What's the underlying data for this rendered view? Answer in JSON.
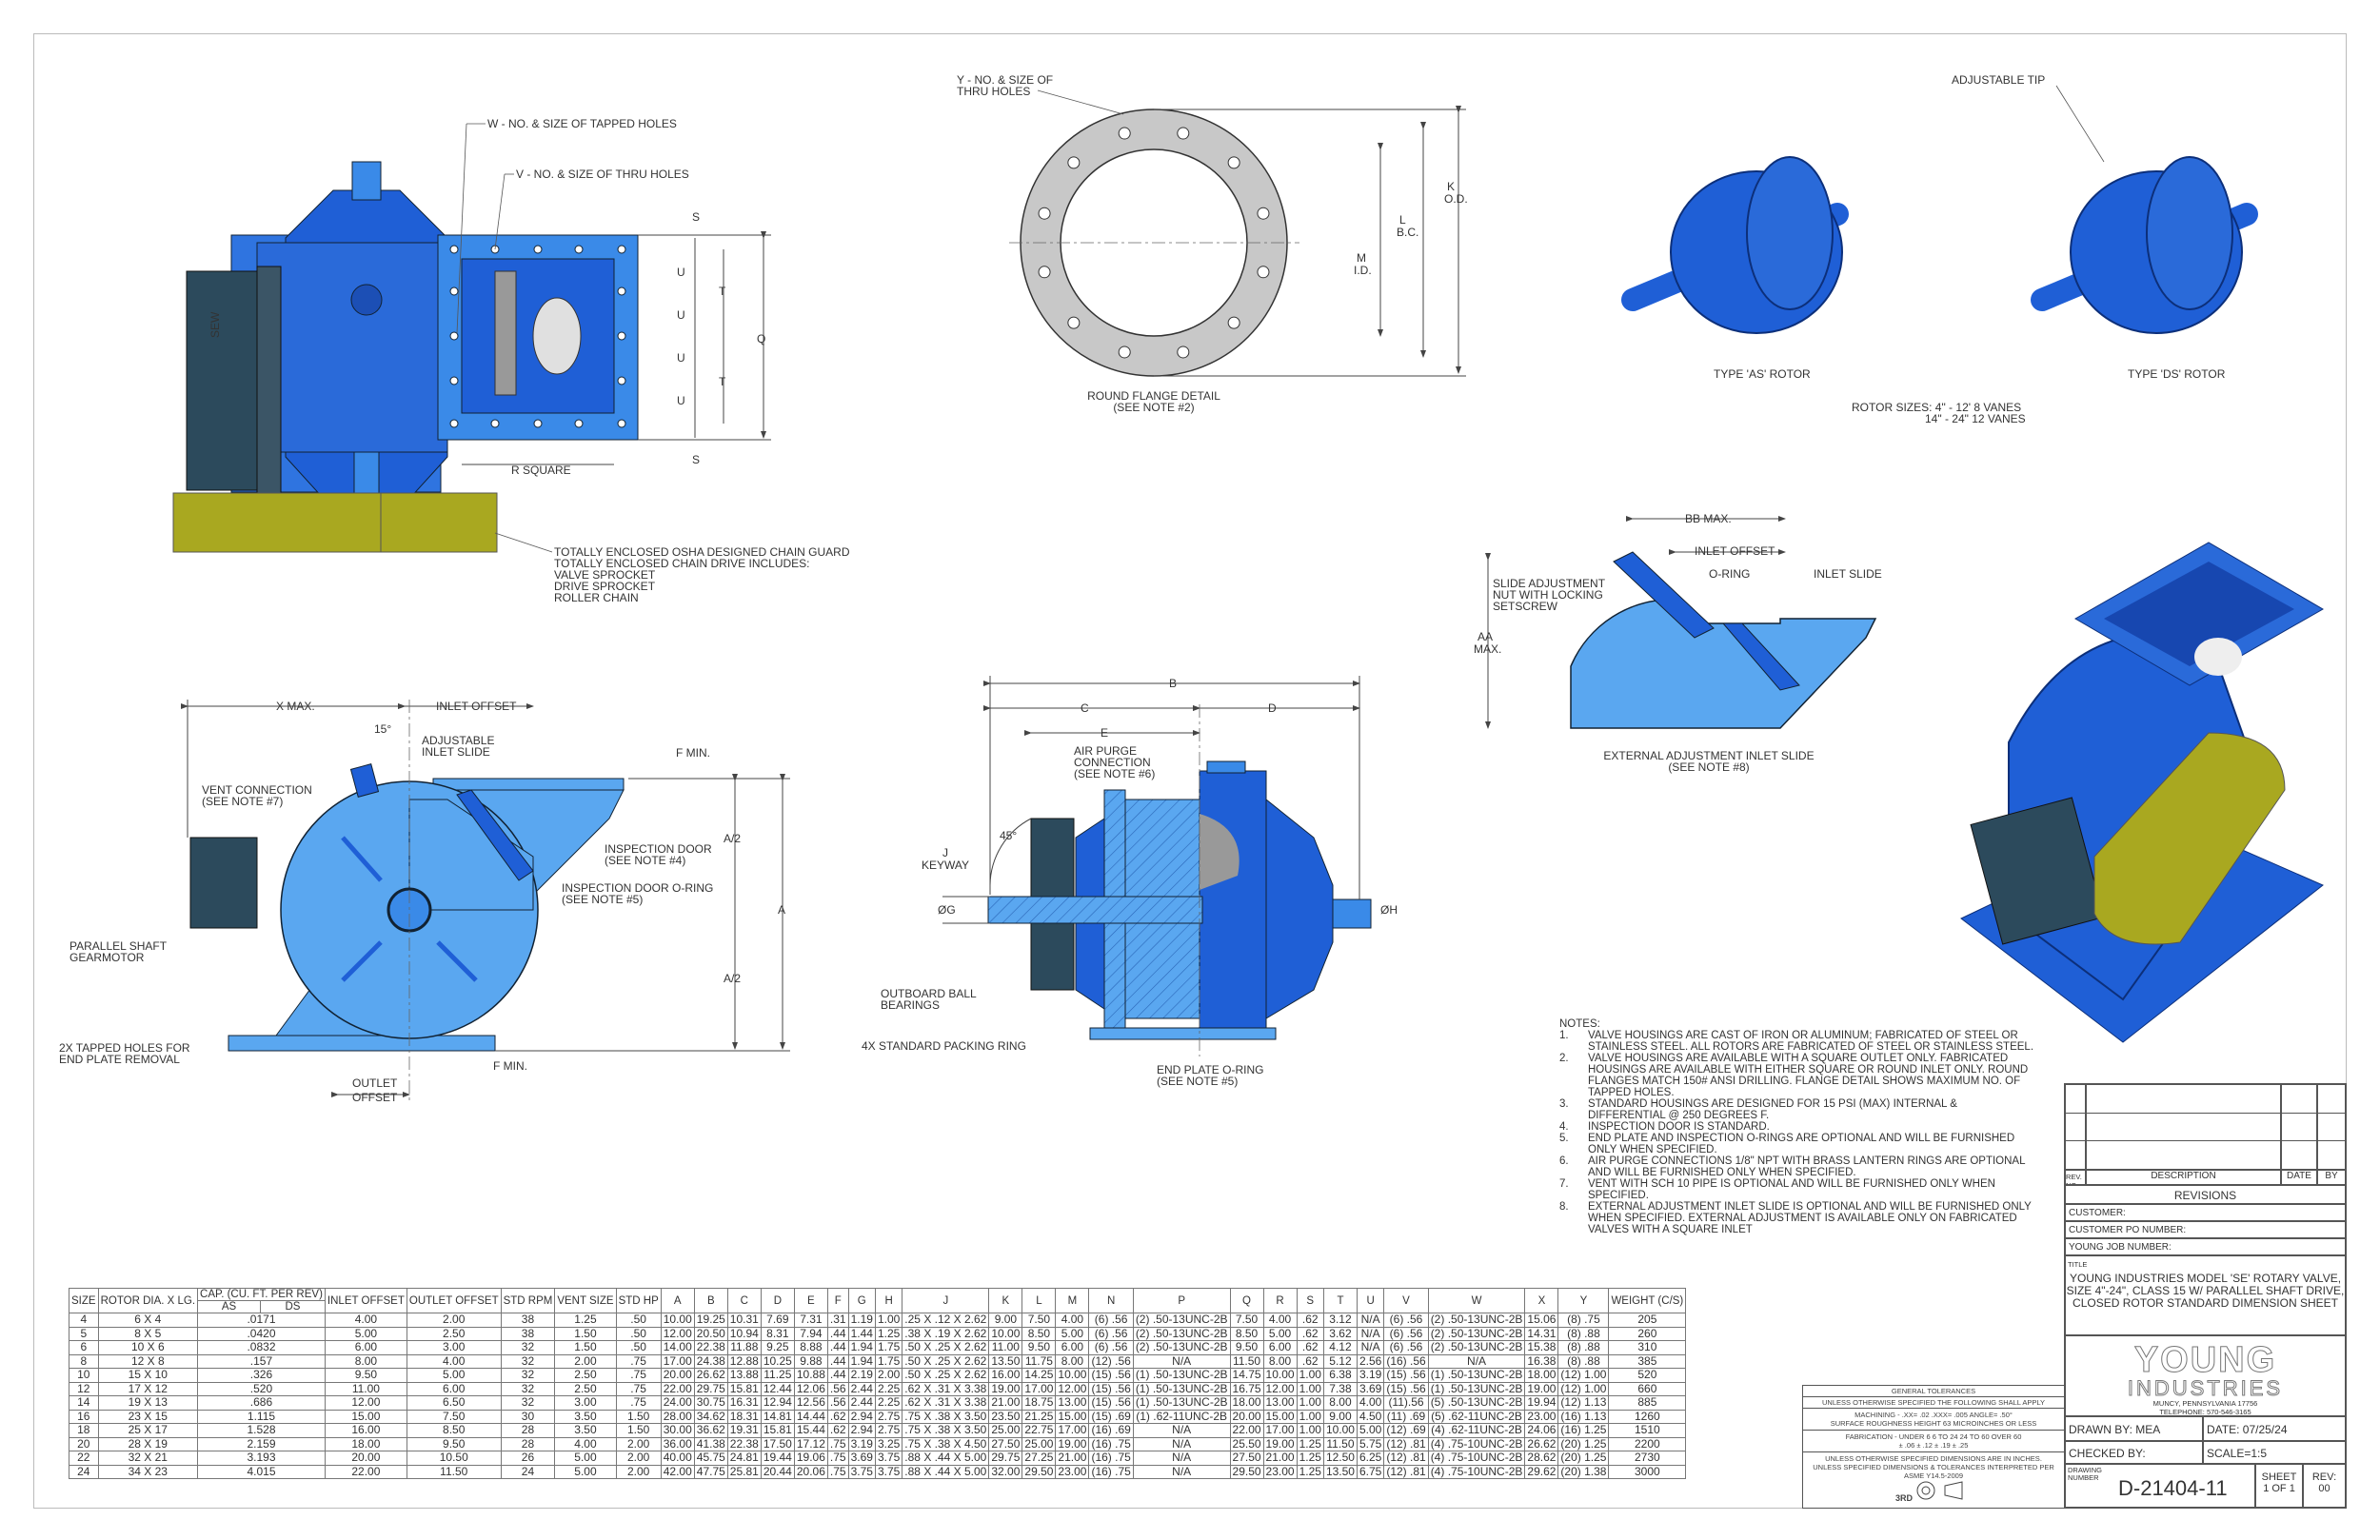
{
  "views": {
    "top": {
      "tapped_holes": "W - NO. & SIZE OF TAPPED HOLES",
      "thru_holes": "V - NO. & SIZE OF THRU HOLES",
      "s": "S",
      "u": "U",
      "t": "T",
      "q": "Q",
      "r_square": "R SQUARE",
      "chain_guard": [
        "TOTALLY ENCLOSED OSHA DESIGNED CHAIN GUARD",
        "TOTALLY ENCLOSED CHAIN DRIVE INCLUDES:",
        "VALVE SPROCKET",
        "DRIVE SPROCKET",
        "ROLLER CHAIN"
      ],
      "motor_brand": "SEW"
    },
    "flange": {
      "thru_holes": [
        "Y - NO. & SIZE OF",
        "THRU HOLES"
      ],
      "title": [
        "ROUND FLANGE DETAIL",
        "(SEE NOTE #2)"
      ],
      "m": [
        "M",
        "I.D."
      ],
      "l": [
        "L",
        "B.C."
      ],
      "k": [
        "K",
        "O.D."
      ]
    },
    "rotors": {
      "adjustable_tip": "ADJUSTABLE TIP",
      "as_label": "TYPE 'AS' ROTOR",
      "ds_label": "TYPE 'DS' ROTOR",
      "sizes": [
        "ROTOR SIZES: 4\" - 12'    8 VANES",
        "14\" - 24\"  12 VANES"
      ]
    },
    "ext_slide": {
      "bb": "BB MAX.",
      "inlet_offset": "INLET OFFSET",
      "oring": "O-RING",
      "inlet_slide": "INLET SLIDE",
      "nut": [
        "SLIDE ADJUSTMENT",
        "NUT WITH LOCKING",
        "SETSCREW"
      ],
      "aa": [
        "AA",
        "MAX."
      ],
      "title": [
        "EXTERNAL ADJUSTMENT INLET SLIDE",
        "(SEE NOTE #8)"
      ]
    },
    "side": {
      "x_max": "X MAX.",
      "inlet_offset": "INLET OFFSET",
      "angle": "15°",
      "adj_slide": [
        "ADJUSTABLE",
        "INLET SLIDE"
      ],
      "vent": [
        "VENT CONNECTION",
        "(SEE NOTE #7)"
      ],
      "f_min": "F MIN.",
      "insp_door": [
        "INSPECTION DOOR",
        "(SEE NOTE #4)"
      ],
      "insp_oring": [
        "INSPECTION DOOR O-RING",
        "(SEE NOTE #5)"
      ],
      "gearmotor": [
        "PARALLEL SHAFT",
        "GEARMOTOR"
      ],
      "tapped": [
        "2X TAPPED HOLES FOR",
        "END PLATE REMOVAL"
      ],
      "outlet_offset": [
        "OUTLET",
        "OFFSET"
      ],
      "a_half": "A/2",
      "a": "A"
    },
    "section": {
      "b": "B",
      "c": "C",
      "d": "D",
      "e": "E",
      "air_purge": [
        "AIR PURGE",
        "CONNECTION",
        "(SEE NOTE #6)"
      ],
      "angle": "45°",
      "keyway": [
        "J",
        "KEYWAY"
      ],
      "g": "ØG",
      "h": "ØH",
      "bearings": [
        "OUTBOARD BALL",
        "BEARINGS"
      ],
      "packing": "4X STANDARD PACKING RING",
      "end_oring": [
        "END PLATE O-RING",
        "(SEE NOTE #5)"
      ]
    }
  },
  "notes": {
    "heading": "NOTES:",
    "items": [
      {
        "num": "1.",
        "text": "VALVE HOUSINGS ARE CAST OF IRON OR ALUMINUM; FABRICATED OF STEEL OR STAINLESS STEEL. ALL ROTORS ARE FABRICATED OF STEEL OR STAINLESS STEEL."
      },
      {
        "num": "2.",
        "text": "VALVE HOUSINGS ARE AVAILABLE WITH A SQUARE OUTLET ONLY. FABRICATED HOUSINGS ARE AVAILABLE WITH EITHER SQUARE OR ROUND INLET ONLY. ROUND FLANGES MATCH 150# ANSI DRILLING. FLANGE DETAIL SHOWS MAXIMUM NO. OF TAPPED HOLES."
      },
      {
        "num": "3.",
        "text": "STANDARD HOUSINGS ARE DESIGNED FOR 15 PSI (MAX) INTERNAL & DIFFERENTIAL @ 250 DEGREES F."
      },
      {
        "num": "4.",
        "text": "INSPECTION DOOR IS STANDARD."
      },
      {
        "num": "5.",
        "text": "END PLATE AND INSPECTION O-RINGS ARE OPTIONAL AND WILL BE FURNISHED ONLY WHEN SPECIFIED."
      },
      {
        "num": "6.",
        "text": "AIR PURGE CONNECTIONS 1/8\" NPT WITH BRASS LANTERN RINGS ARE OPTIONAL AND WILL BE FURNISHED ONLY WHEN SPECIFIED."
      },
      {
        "num": "7.",
        "text": "VENT WITH SCH 10 PIPE IS OPTIONAL AND WILL BE FURNISHED ONLY WHEN SPECIFIED."
      },
      {
        "num": "8.",
        "text": "EXTERNAL ADJUSTMENT INLET SLIDE IS OPTIONAL AND WILL BE FURNISHED ONLY WHEN SPECIFIED. EXTERNAL ADJUSTMENT IS AVAILABLE ONLY ON FABRICATED VALVES WITH A SQUARE INLET"
      }
    ]
  },
  "table": {
    "header": {
      "size": "SIZE",
      "rotor": "ROTOR DIA. X LG.",
      "cap": "CAP. (CU. FT. PER REV)",
      "as": "AS",
      "ds": "DS",
      "cols": [
        "INLET OFFSET",
        "OUTLET OFFSET",
        "STD RPM",
        "VENT SIZE",
        "STD HP",
        "A",
        "B",
        "C",
        "D",
        "E",
        "F",
        "G",
        "H",
        "J",
        "K",
        "L",
        "M",
        "N",
        "P",
        "Q",
        "R",
        "S",
        "T",
        "U",
        "V",
        "W",
        "X",
        "Y",
        "WEIGHT (C/S)"
      ]
    },
    "rows": [
      [
        "4",
        "6 X 4",
        ".0171",
        "4.00",
        "2.00",
        "38",
        "1.25",
        ".50",
        "10.00",
        "19.25",
        "10.31",
        "7.69",
        "7.31",
        ".31",
        "1.19",
        "1.00",
        ".25 X .12 X 2.62",
        "9.00",
        "7.50",
        "4.00",
        "(6) .56",
        "(2) .50-13UNC-2B",
        "7.50",
        "4.00",
        ".62",
        "3.12",
        "N/A",
        "(6) .56",
        "(2) .50-13UNC-2B",
        "15.06",
        "(8) .75",
        "205"
      ],
      [
        "5",
        "8 X 5",
        ".0420",
        "5.00",
        "2.50",
        "38",
        "1.50",
        ".50",
        "12.00",
        "20.50",
        "10.94",
        "8.31",
        "7.94",
        ".44",
        "1.44",
        "1.25",
        ".38 X .19 X 2.62",
        "10.00",
        "8.50",
        "5.00",
        "(6) .56",
        "(2) .50-13UNC-2B",
        "8.50",
        "5.00",
        ".62",
        "3.62",
        "N/A",
        "(6) .56",
        "(2) .50-13UNC-2B",
        "14.31",
        "(8) .88",
        "260"
      ],
      [
        "6",
        "10 X 6",
        ".0832",
        "6.00",
        "3.00",
        "32",
        "1.50",
        ".50",
        "14.00",
        "22.38",
        "11.88",
        "9.25",
        "8.88",
        ".44",
        "1.94",
        "1.75",
        ".50 X .25 X 2.62",
        "11.00",
        "9.50",
        "6.00",
        "(6) .56",
        "(2) .50-13UNC-2B",
        "9.50",
        "6.00",
        ".62",
        "4.12",
        "N/A",
        "(6) .56",
        "(2) .50-13UNC-2B",
        "15.38",
        "(8) .88",
        "310"
      ],
      [
        "8",
        "12 X 8",
        ".157",
        "8.00",
        "4.00",
        "32",
        "2.00",
        ".75",
        "17.00",
        "24.38",
        "12.88",
        "10.25",
        "9.88",
        ".44",
        "1.94",
        "1.75",
        ".50 X .25 X 2.62",
        "13.50",
        "11.75",
        "8.00",
        "(12) .56",
        "N/A",
        "11.50",
        "8.00",
        ".62",
        "5.12",
        "2.56",
        "(16) .56",
        "N/A",
        "16.38",
        "(8) .88",
        "385"
      ],
      [
        "10",
        "15 X 10",
        ".326",
        "9.50",
        "5.00",
        "32",
        "2.50",
        ".75",
        "20.00",
        "26.62",
        "13.88",
        "11.25",
        "10.88",
        ".44",
        "2.19",
        "2.00",
        ".50 X .25 X 2.62",
        "16.00",
        "14.25",
        "10.00",
        "(15) .56",
        "(1) .50-13UNC-2B",
        "14.75",
        "10.00",
        "1.00",
        "6.38",
        "3.19",
        "(15) .56",
        "(1) .50-13UNC-2B",
        "18.00",
        "(12) 1.00",
        "520"
      ],
      [
        "12",
        "17 X 12",
        ".520",
        "11.00",
        "6.00",
        "32",
        "2.50",
        ".75",
        "22.00",
        "29.75",
        "15.81",
        "12.44",
        "12.06",
        ".56",
        "2.44",
        "2.25",
        ".62 X .31 X 3.38",
        "19.00",
        "17.00",
        "12.00",
        "(15) .56",
        "(1) .50-13UNC-2B",
        "16.75",
        "12.00",
        "1.00",
        "7.38",
        "3.69",
        "(15) .56",
        "(1) .50-13UNC-2B",
        "19.00",
        "(12) 1.00",
        "660"
      ],
      [
        "14",
        "19 X 13",
        ".686",
        "12.00",
        "6.50",
        "32",
        "3.00",
        ".75",
        "24.00",
        "30.75",
        "16.31",
        "12.94",
        "12.56",
        ".56",
        "2.44",
        "2.25",
        ".62 X .31 X 3.38",
        "21.00",
        "18.75",
        "13.00",
        "(15) .56",
        "(1) .50-13UNC-2B",
        "18.00",
        "13.00",
        "1.00",
        "8.00",
        "4.00",
        "(11).56",
        "(5) .50-13UNC-2B",
        "19.94",
        "(12) 1.13",
        "885"
      ],
      [
        "16",
        "23 X 15",
        "1.115",
        "15.00",
        "7.50",
        "30",
        "3.50",
        "1.50",
        "28.00",
        "34.62",
        "18.31",
        "14.81",
        "14.44",
        ".62",
        "2.94",
        "2.75",
        ".75 X .38 X 3.50",
        "23.50",
        "21.25",
        "15.00",
        "(15) .69",
        "(1) .62-11UNC-2B",
        "20.00",
        "15.00",
        "1.00",
        "9.00",
        "4.50",
        "(11) .69",
        "(5) .62-11UNC-2B",
        "23.00",
        "(16) 1.13",
        "1260"
      ],
      [
        "18",
        "25 X 17",
        "1.528",
        "16.00",
        "8.50",
        "28",
        "3.50",
        "1.50",
        "30.00",
        "36.62",
        "19.31",
        "15.81",
        "15.44",
        ".62",
        "2.94",
        "2.75",
        ".75 X .38 X 3.50",
        "25.00",
        "22.75",
        "17.00",
        "(16) .69",
        "N/A",
        "22.00",
        "17.00",
        "1.00",
        "10.00",
        "5.00",
        "(12) .69",
        "(4) .62-11UNC-2B",
        "24.06",
        "(16) 1.25",
        "1510"
      ],
      [
        "20",
        "28 X 19",
        "2.159",
        "18.00",
        "9.50",
        "28",
        "4.00",
        "2.00",
        "36.00",
        "41.38",
        "22.38",
        "17.50",
        "17.12",
        ".75",
        "3.19",
        "3.25",
        ".75 X .38 X 4.50",
        "27.50",
        "25.00",
        "19.00",
        "(16) .75",
        "N/A",
        "25.50",
        "19.00",
        "1.25",
        "11.50",
        "5.75",
        "(12) .81",
        "(4) .75-10UNC-2B",
        "26.62",
        "(20) 1.25",
        "2200"
      ],
      [
        "22",
        "32 X 21",
        "3.193",
        "20.00",
        "10.50",
        "26",
        "5.00",
        "2.00",
        "40.00",
        "45.75",
        "24.81",
        "19.44",
        "19.06",
        ".75",
        "3.69",
        "3.75",
        ".88 X .44 X 5.00",
        "29.75",
        "27.25",
        "21.00",
        "(16) .75",
        "N/A",
        "27.50",
        "21.00",
        "1.25",
        "12.50",
        "6.25",
        "(12) .81",
        "(4) .75-10UNC-2B",
        "28.62",
        "(20) 1.25",
        "2730"
      ],
      [
        "24",
        "34 X 23",
        "4.015",
        "22.00",
        "11.50",
        "24",
        "5.00",
        "2.00",
        "42.00",
        "47.75",
        "25.81",
        "20.44",
        "20.06",
        ".75",
        "3.75",
        "3.75",
        ".88 X .44 X 5.00",
        "32.00",
        "29.50",
        "23.00",
        "(16) .75",
        "N/A",
        "29.50",
        "23.00",
        "1.25",
        "13.50",
        "6.75",
        "(12) .81",
        "(4) .75-10UNC-2B",
        "29.62",
        "(20) 1.38",
        "3000"
      ]
    ]
  },
  "tolerances": {
    "title": "GENERAL TOLERANCES",
    "apply": "UNLESS OTHERWISE SPECIFIED THE FOLLOWING SHALL APPLY",
    "machining": "MACHINING - .XX= .02 .XXX= .005 ANGLE= .50°",
    "surface": "SURFACE ROUGHNESS HEIGHT 63 MICROINCHES OR LESS",
    "fabrication": "FABRICATION - UNDER 6  6 TO 24  24 TO 60  OVER 60",
    "fab_values": "± .06     ± .12     ± .19     ± .25",
    "units": "UNLESS OTHERWISE SPECIFIED DIMENSIONS ARE IN INCHES.",
    "asme": "UNLESS SPECIFIED DIMENSIONS & TOLERANCES INTERPRETED PER ASME Y14.5-2009",
    "projection": "3RD"
  },
  "title_block": {
    "rev_no": "REV. NO.",
    "description": "DESCRIPTION",
    "date": "DATE",
    "by": "BY",
    "revisions": "REVISIONS",
    "customer": "CUSTOMER:",
    "customer_po": "CUSTOMER PO NUMBER:",
    "job": "YOUNG JOB NUMBER:",
    "title_label": "TITLE",
    "title_lines": [
      "YOUNG INDUSTRIES MODEL 'SE' ROTARY VALVE,",
      "SIZE 4\"-24\", CLASS 15 W/ PARALLEL SHAFT DRIVE,",
      "CLOSED ROTOR STANDARD DIMENSION SHEET"
    ],
    "logo": [
      "YOUNG",
      "INDUSTRIES"
    ],
    "address": "MUNCY, PENNSYLVANIA 17756",
    "phone": "TELEPHONE: 570-546-3165",
    "drawn_by": "DRAWN BY: MEA",
    "date_value": "DATE: 07/25/24",
    "checked_by": "CHECKED BY:",
    "scale": "SCALE=1:5",
    "drawing_label": "DRAWING NUMBER",
    "drawing_number": "D-21404-11",
    "sheet_label": "SHEET",
    "sheet_value": "1 OF 1",
    "rev_label": "REV:",
    "rev_value": "00"
  },
  "colors": {
    "blue": "#1f5fd6",
    "light_blue": "#5aa7f0",
    "dark": "#2c4a5c",
    "yellow": "#a9a820",
    "gray": "#c8c8c8"
  }
}
